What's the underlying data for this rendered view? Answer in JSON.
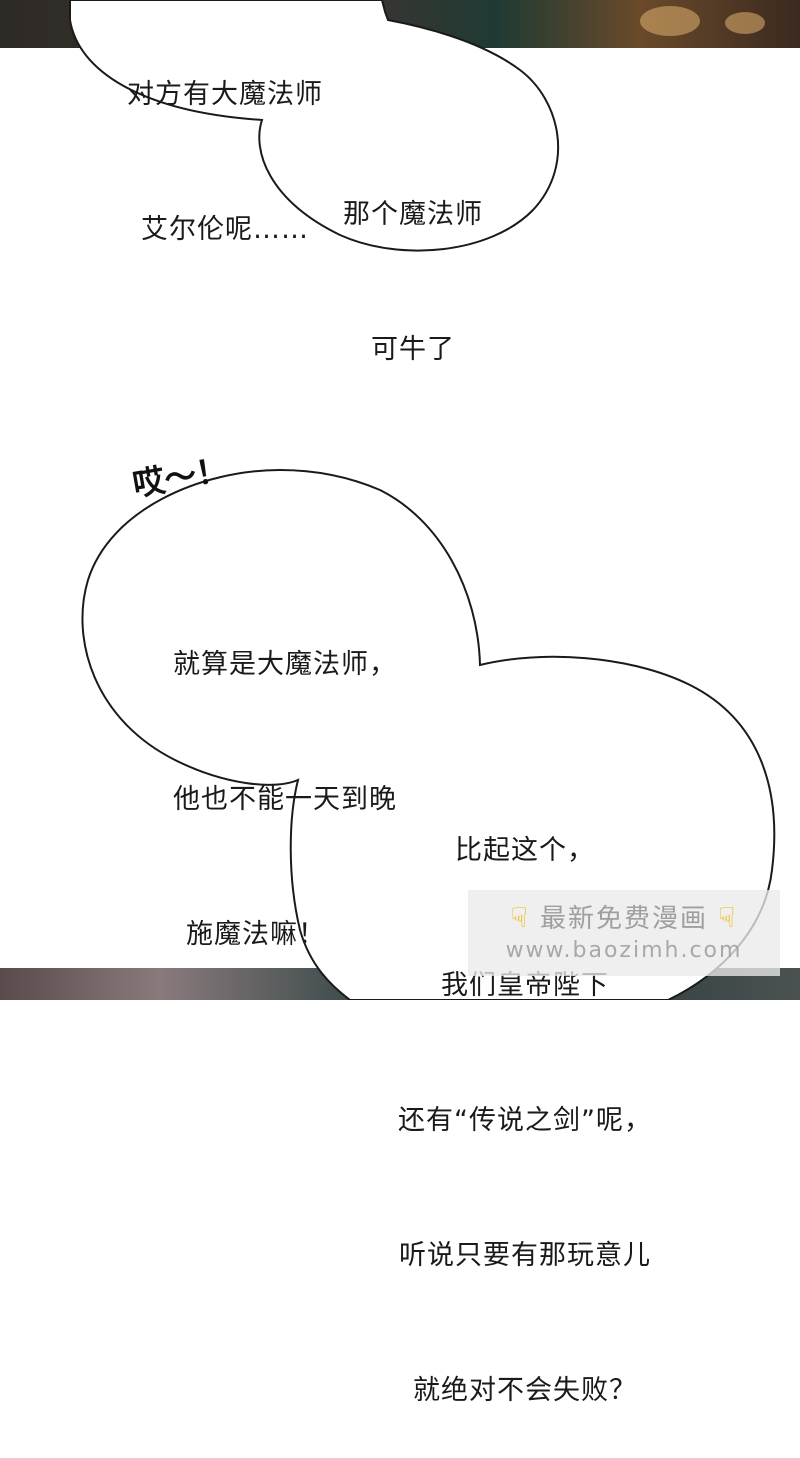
{
  "bubbles": {
    "b1": {
      "lines": [
        "对方有大魔法师",
        "艾尔伦呢……"
      ]
    },
    "b2": {
      "lines": [
        "那个魔法师",
        "可牛了"
      ]
    },
    "sfx": "哎～！",
    "b3": {
      "lines": [
        "就算是大魔法师，",
        "他也不能一天到晚",
        "施魔法嘛！"
      ]
    },
    "b4": {
      "lines": [
        "比起这个，",
        "我们皇帝陛下",
        "还有“传说之剑”呢，",
        "听说只要有那玩意儿",
        "就绝对不会失败？"
      ]
    }
  },
  "watermark": {
    "title": "最新免费漫画",
    "url": "www.baozimh.com",
    "icon": "pointing-hand-icon"
  },
  "colors": {
    "bubble_fill": "#ffffff",
    "bubble_stroke": "#1a1a1a",
    "text": "#1a1a1a",
    "accent": "#f2b400"
  }
}
